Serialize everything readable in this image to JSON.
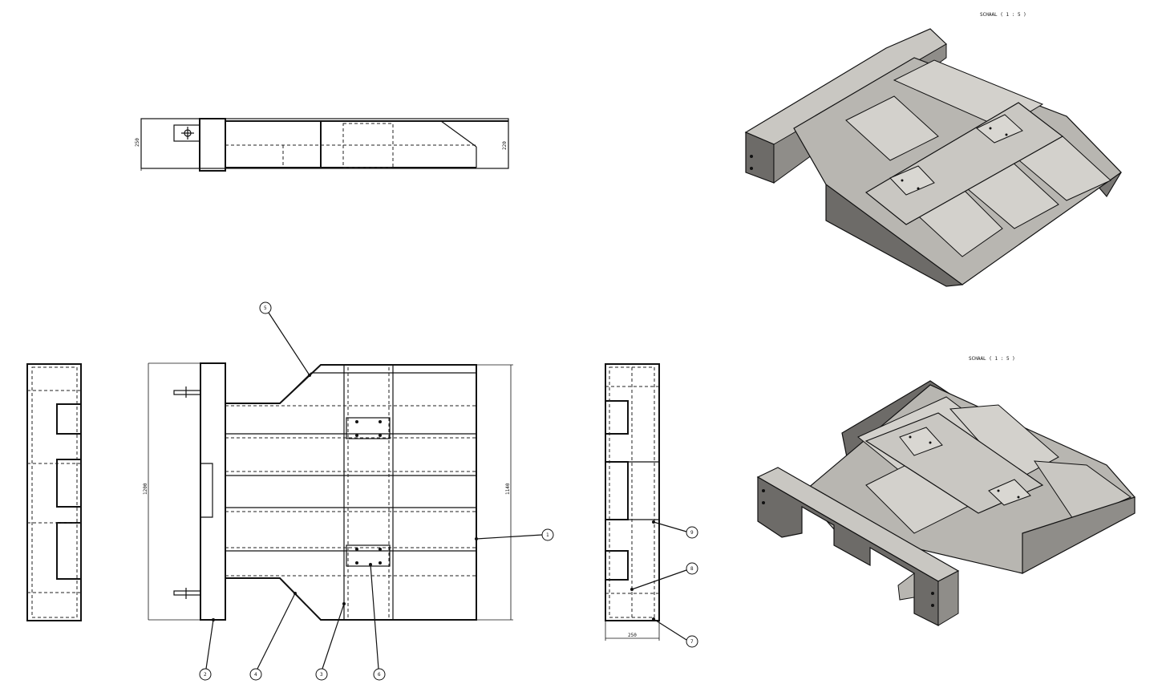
{
  "scale_labels": {
    "upper": "SCHAAL ( 1 : 5 )",
    "lower": "SCHAAL ( 1 : 5 )"
  },
  "dimensions": {
    "top_left_height": "250",
    "top_right_height": "220",
    "front_height": "1200",
    "front_right_height": "1140",
    "side_width": "250"
  },
  "balloons": [
    "1",
    "2",
    "3",
    "4",
    "5",
    "6",
    "7",
    "8",
    "9"
  ],
  "colors": {
    "line": "#111111",
    "shade_light": "#c9c7c2",
    "shade_mid": "#a6a49f",
    "shade_dark": "#6d6b68"
  }
}
